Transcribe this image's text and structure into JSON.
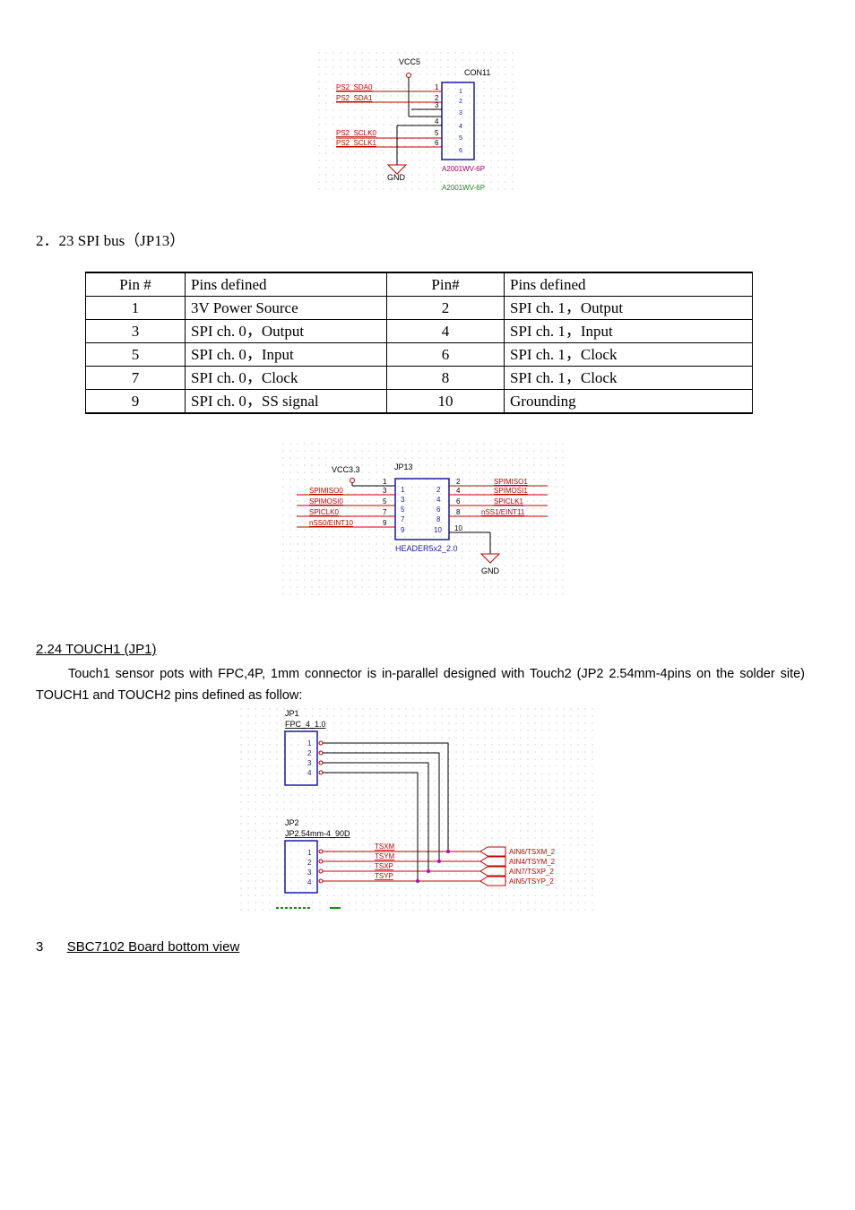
{
  "schematic1": {
    "vcc": "VCC5",
    "connector": "CON11",
    "signals": [
      "PS2_SDA0",
      "PS2_SDA1",
      "PS2_SCLK0",
      "PS2_SCLK1"
    ],
    "pin_numbers": [
      "1",
      "2",
      "3",
      "4",
      "5",
      "6"
    ],
    "gnd": "GND",
    "part": "A2001WV-6P",
    "part2": "A2001WV-6P"
  },
  "section_spi": {
    "heading": "2．23 SPI bus（JP13）"
  },
  "pin_table": {
    "headers": [
      "Pin #",
      "Pins defined",
      "Pin#",
      "Pins defined"
    ],
    "rows": [
      [
        "1",
        "3V Power Source",
        "2",
        "SPI ch. 1，Output"
      ],
      [
        "3",
        "SPI ch. 0，Output",
        "4",
        "SPI ch. 1，Input"
      ],
      [
        "5",
        "SPI ch. 0，Input",
        "6",
        "SPI ch. 1，Clock"
      ],
      [
        "7",
        "SPI ch. 0，Clock",
        "8",
        "SPI ch. 1，Clock"
      ],
      [
        "9",
        "SPI ch. 0，SS signal",
        "10",
        "Grounding"
      ]
    ]
  },
  "schematic2": {
    "vcc": "VCC3.3",
    "ref": "JP13",
    "left_signals": [
      "SPIMISO0",
      "SPIMOSI0",
      "SPICLK0",
      "nSS0/EINT10"
    ],
    "right_signals": [
      "SPIMISO1",
      "SPIMOSI1",
      "SPICLK1",
      "nSS1/EINT11"
    ],
    "odd_pins": [
      "1",
      "3",
      "5",
      "7",
      "9"
    ],
    "even_pins": [
      "2",
      "4",
      "6",
      "8",
      "10"
    ],
    "part": "HEADER5x2_2.0",
    "gnd": "GND"
  },
  "section_touch": {
    "heading": "2.24 TOUCH1 (JP1)",
    "paragraph": "Touch1 sensor pots with FPC,4P, 1mm connector is in-parallel designed with Touch2 (JP2 2.54mm-4pins on the solder site) TOUCH1 and TOUCH2 pins defined as follow:"
  },
  "schematic3": {
    "jp1_ref": "JP1",
    "jp1_part": "FPC_4_1.0",
    "jp2_ref": "JP2",
    "jp2_part": "JP2.54mm-4_90D",
    "pins": [
      "1",
      "2",
      "3",
      "4"
    ],
    "nets": [
      "TSXM",
      "TSYM",
      "TSXP",
      "TSYP"
    ],
    "ports": [
      "AIN6/TSXM_2",
      "AIN4/TSYM_2",
      "AIN7/TSXP_2",
      "AIN5/TSYP_2"
    ]
  },
  "section_bottom": {
    "number": "3",
    "heading": "SBC7102 Board bottom view"
  }
}
